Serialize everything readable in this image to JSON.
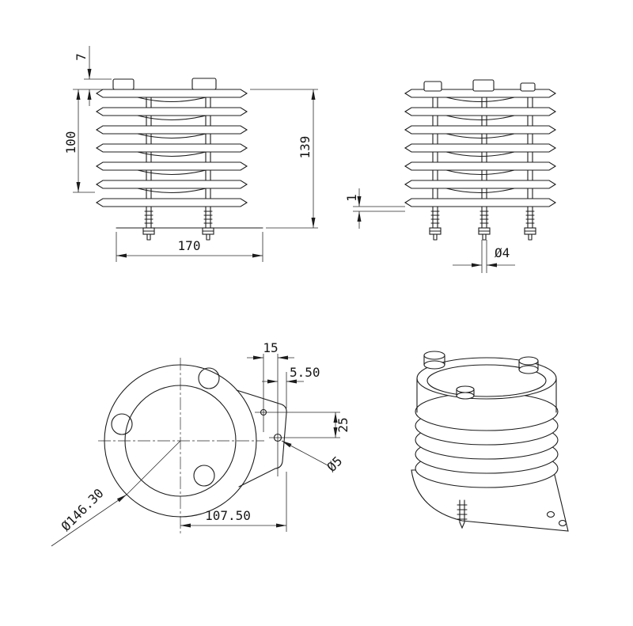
{
  "drawing": {
    "background": "#ffffff",
    "line_color": "#1c1c1c",
    "labels": {
      "front": {
        "cap_height": "7",
        "louver_height": "100",
        "overall_height": "139",
        "base_width": "170"
      },
      "side": {
        "washer_thickness": "1",
        "bolt_diameter": "Ø4"
      },
      "plan": {
        "hole_offset": "15",
        "edge_offset": "5.50",
        "hole_spacing": "25",
        "hole_diameter": "Ø5",
        "flange_diameter": "Ø146.30",
        "bracket_reach": "107.50"
      }
    }
  }
}
